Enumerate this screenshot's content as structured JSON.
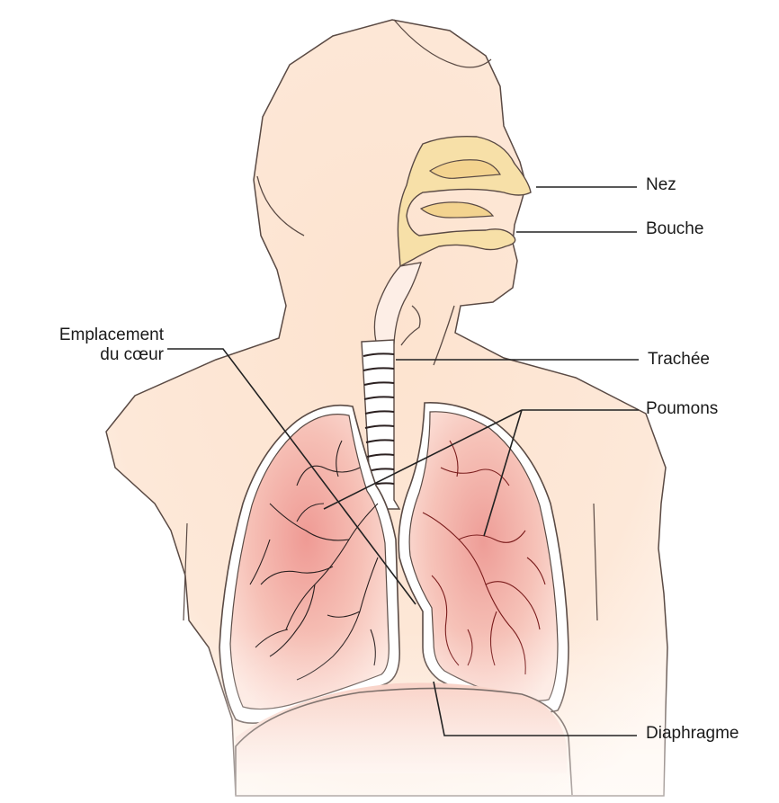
{
  "labels": {
    "nez": "Nez",
    "bouche": "Bouche",
    "trachee": "Trachée",
    "poumons": "Poumons",
    "diaphragme": "Diaphragme",
    "coeur_line1": "Emplacement",
    "coeur_line2": "du cœur"
  },
  "colors": {
    "skin": "#fde6d2",
    "skin_outline": "#5a4a44",
    "nasal": "#f7e0a8",
    "lung_center": "#f0a8a0",
    "lung_edge": "#fbe3dc",
    "vein": "#2b2020",
    "leader_line": "#222222"
  }
}
